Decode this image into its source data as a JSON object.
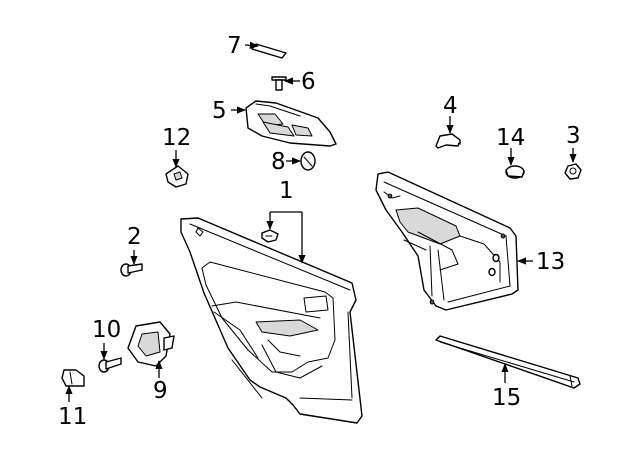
{
  "callouts": {
    "c1": "1",
    "c2": "2",
    "c3": "3",
    "c4": "4",
    "c5": "5",
    "c6": "6",
    "c7": "7",
    "c8": "8",
    "c9": "9",
    "c10": "10",
    "c11": "11",
    "c12": "12",
    "c13": "13",
    "c14": "14",
    "c15": "15"
  },
  "colors": {
    "line": "#000000",
    "background": "#ffffff",
    "shade": "#d9d9d9"
  }
}
